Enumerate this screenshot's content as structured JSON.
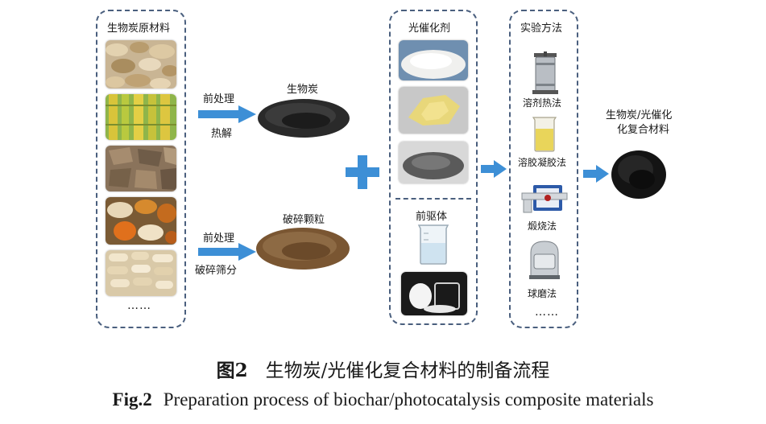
{
  "panels": {
    "raw_materials": {
      "title": "生物炭原材料",
      "ellipsis": "……"
    },
    "photocatalyst": {
      "title": "光催化剂",
      "precursor_title": "前驱体"
    },
    "methods": {
      "title": "实验方法",
      "items": [
        "溶剂热法",
        "溶胶凝胶法",
        "煅烧法",
        "球磨法"
      ],
      "ellipsis": "……"
    }
  },
  "upper_route": {
    "step1": "前处理",
    "step2": "热解",
    "product": "生物炭"
  },
  "lower_route": {
    "step1": "前处理",
    "step2": "破碎筛分",
    "product": "破碎颗粒"
  },
  "final_product": {
    "line1": "生物炭/光催化",
    "line2": "化复合材料"
  },
  "caption": {
    "cn_label": "图2",
    "cn_text": "生物炭/光催化复合材料的制备流程",
    "en_label": "Fig.2",
    "en_text": "Preparation process of biochar/photocatalysis composite materials"
  },
  "colors": {
    "arrow": "#3d8fd6",
    "panel_border": "#4a5f7e"
  },
  "icons": [
    "shell-photo",
    "bamboo-photo",
    "wood-photo",
    "peel-photo",
    "peanut-photo",
    "plus-icon",
    "arrow-right-icon",
    "autoclave-icon",
    "beaker-icon",
    "furnace-icon",
    "ball-mill-icon"
  ]
}
